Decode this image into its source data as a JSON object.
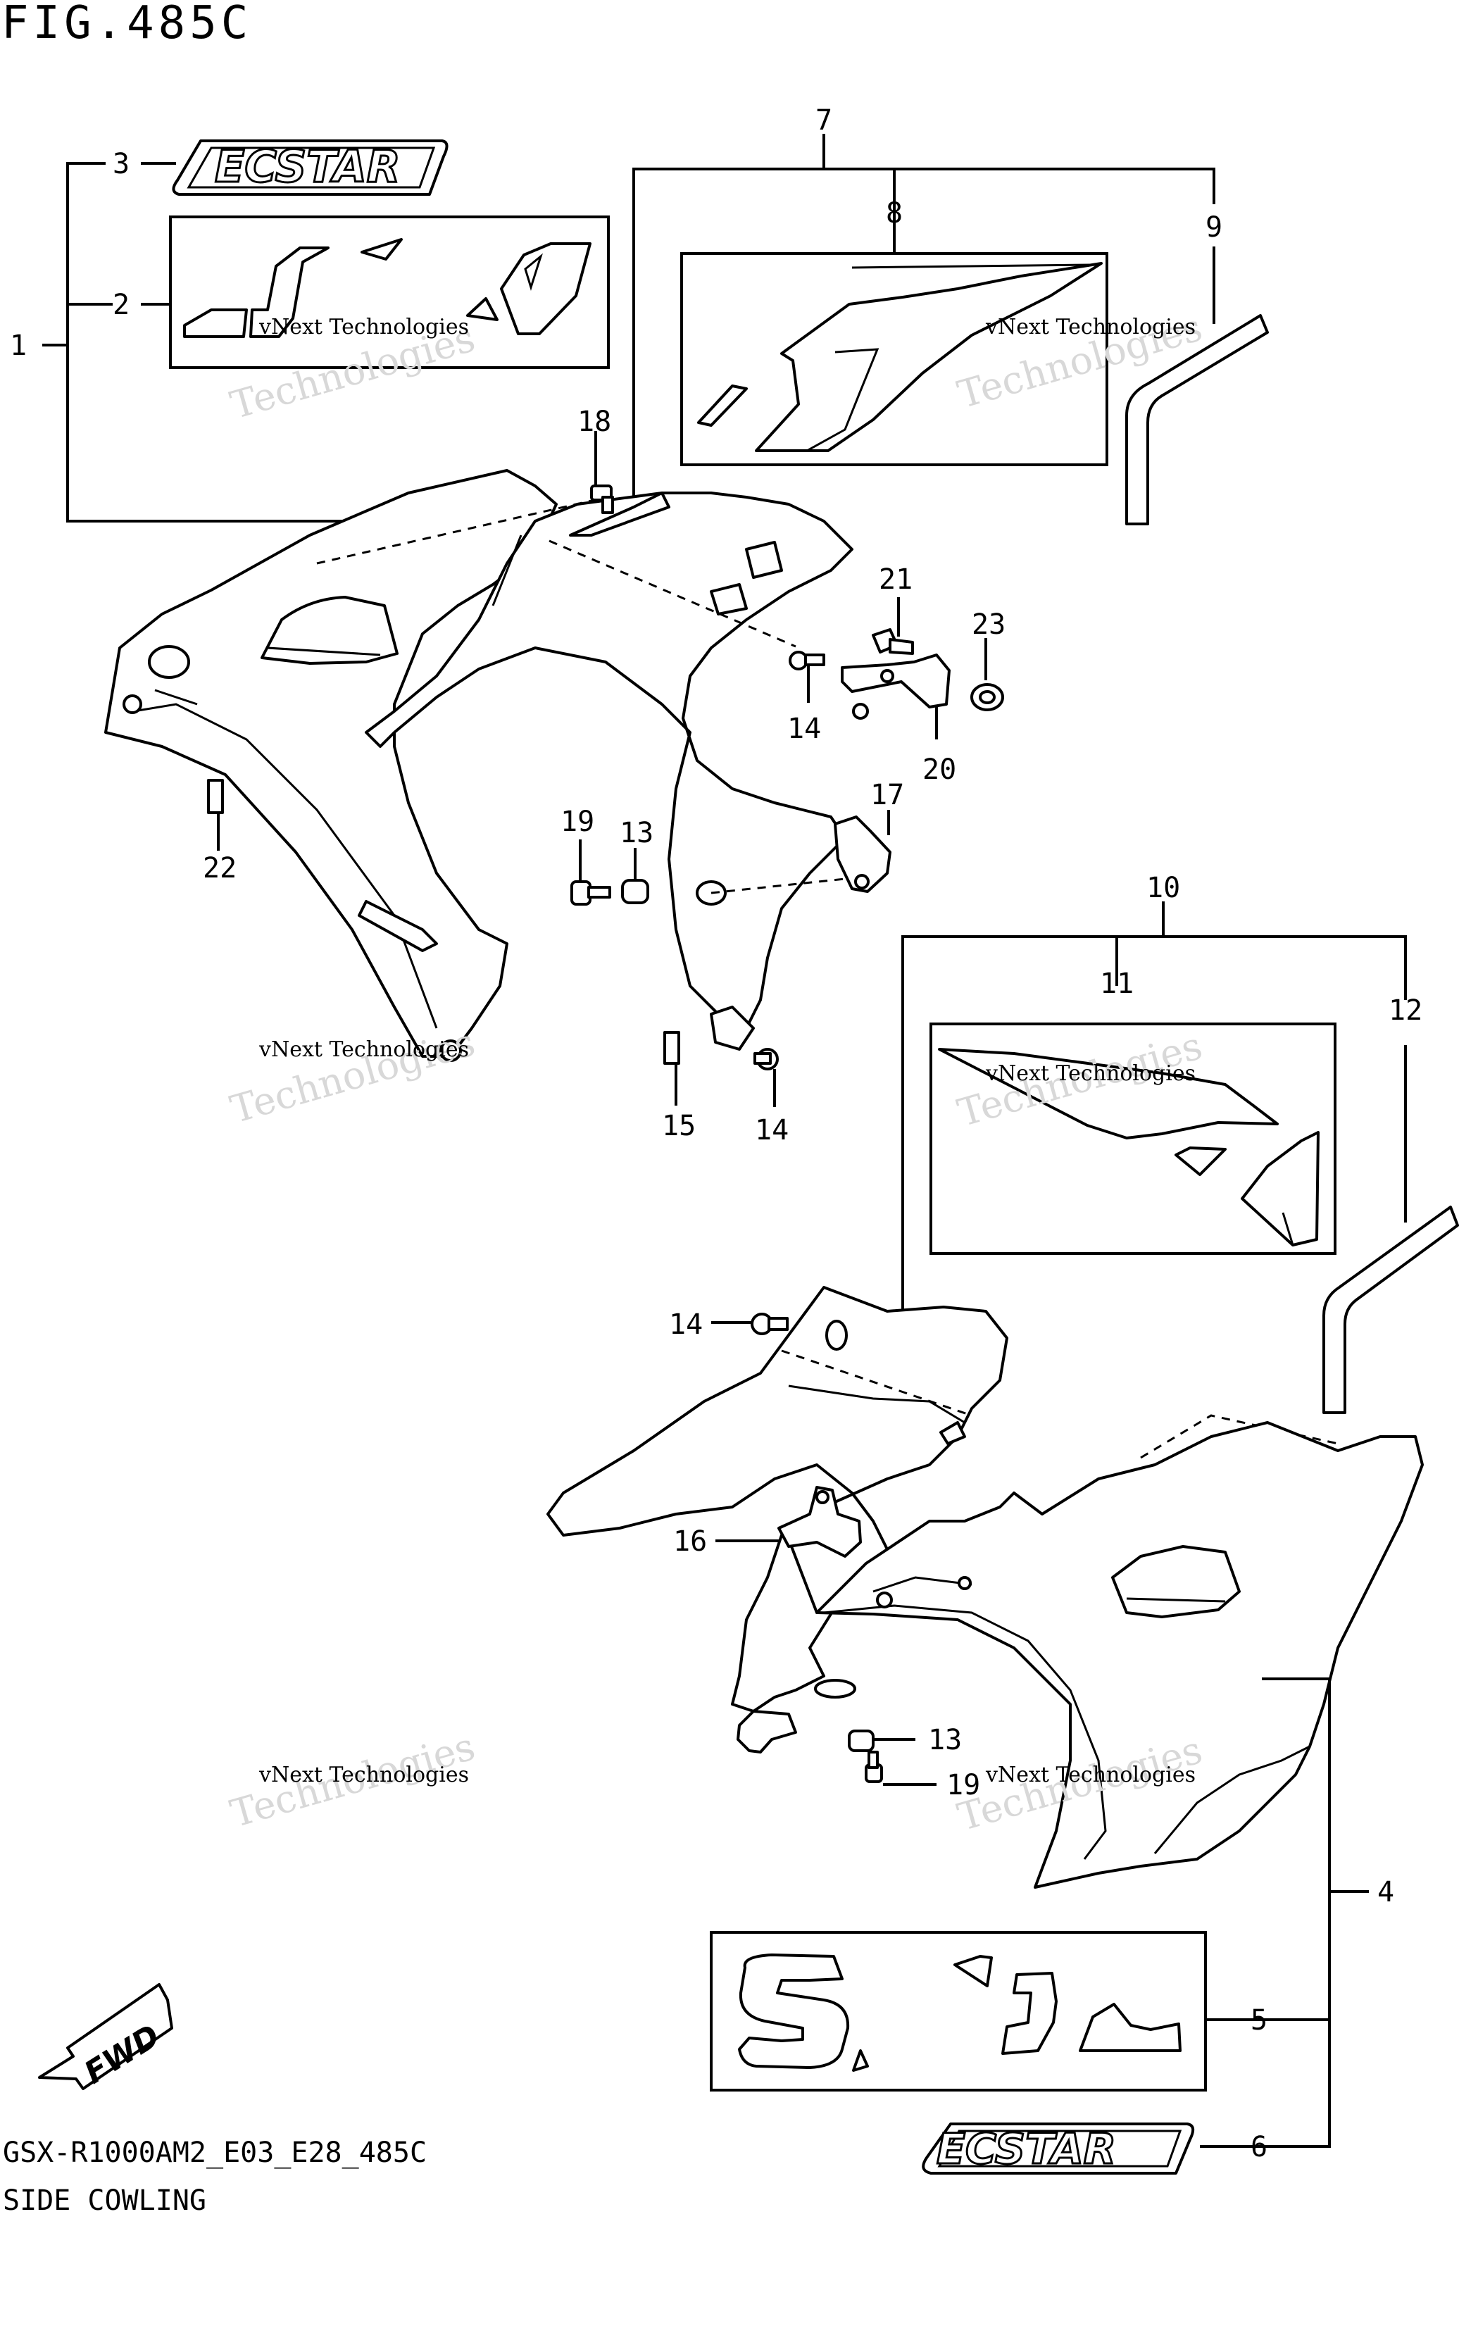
{
  "figure": {
    "title": "FIG.485C",
    "model_code": "GSX-R1000AM2_E03_E28_485C",
    "section_name": "SIDE COWLING"
  },
  "watermark": {
    "line1": "vNext Technologies",
    "line2": "Technologies"
  },
  "badges": {
    "top_logo": "ECSTAR",
    "bottom_logo": "ECSTAR",
    "fwd": "FWD"
  },
  "callouts": {
    "c1": "1",
    "c2": "2",
    "c3": "3",
    "c4": "4",
    "c5": "5",
    "c6": "6",
    "c7": "7",
    "c8": "8",
    "c9": "9",
    "c10": "10",
    "c11": "11",
    "c12": "12",
    "c13a": "13",
    "c13b": "13",
    "c14a": "14",
    "c14b": "14",
    "c14c": "14",
    "c15": "15",
    "c16": "16",
    "c17": "17",
    "c18": "18",
    "c19a": "19",
    "c19b": "19",
    "c20": "20",
    "c21": "21",
    "c22": "22",
    "c23": "23"
  }
}
